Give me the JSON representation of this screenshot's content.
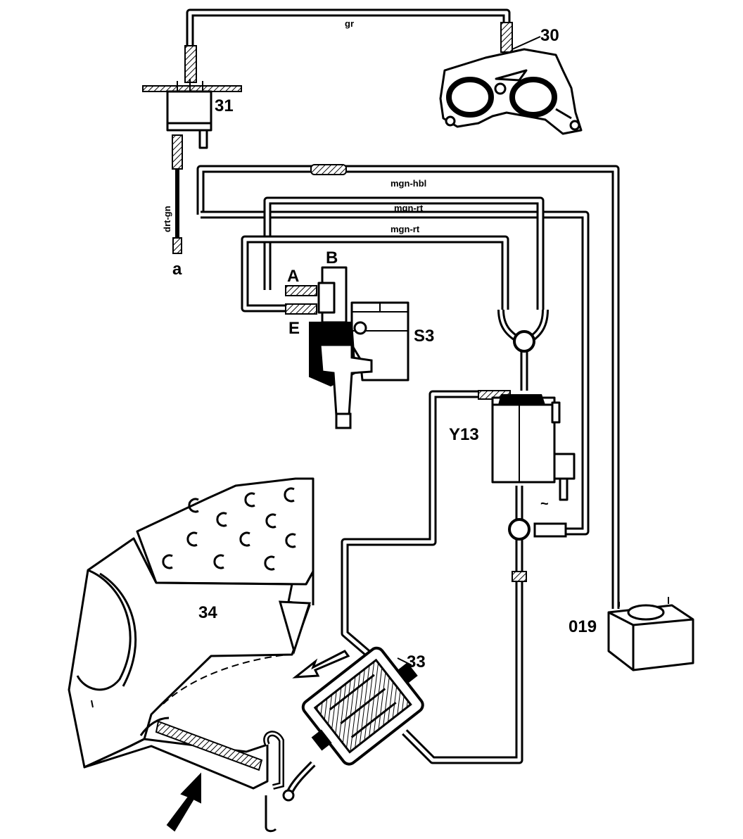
{
  "diagram": {
    "components": {
      "c30": "30",
      "c31": "31",
      "c33": "33",
      "c34": "34",
      "c019": "019",
      "y13": "Y13",
      "s3": "S3"
    },
    "ports": {
      "a_lower": "a",
      "A": "A",
      "B": "B",
      "E": "E"
    },
    "hose_colors": {
      "gray": "gr",
      "dark_green": "drt-gn",
      "magenta_light_blue": "mgn-hbl",
      "magenta_red_1": "mgn-rt",
      "magenta_red_2": "mgn-rt"
    },
    "symbols": {
      "tilde": "~"
    }
  }
}
